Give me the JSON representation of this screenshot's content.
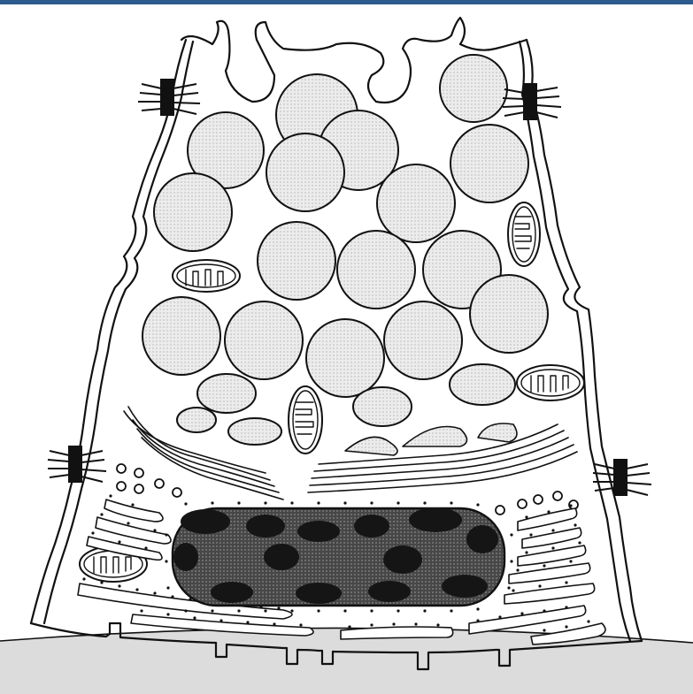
{
  "colors": {
    "top_bar": "#2d5b8e",
    "outline": "#111111",
    "granule_fill": "#e9e9e9",
    "nucleus_fill": "#3b3b3b",
    "chromatin": "#151515",
    "basement_membrane": "#d8d8d8"
  },
  "structures": {
    "secretory_granules": 21,
    "mitochondria": 5,
    "desmosomes": 4,
    "golgi_stacks": 2
  }
}
